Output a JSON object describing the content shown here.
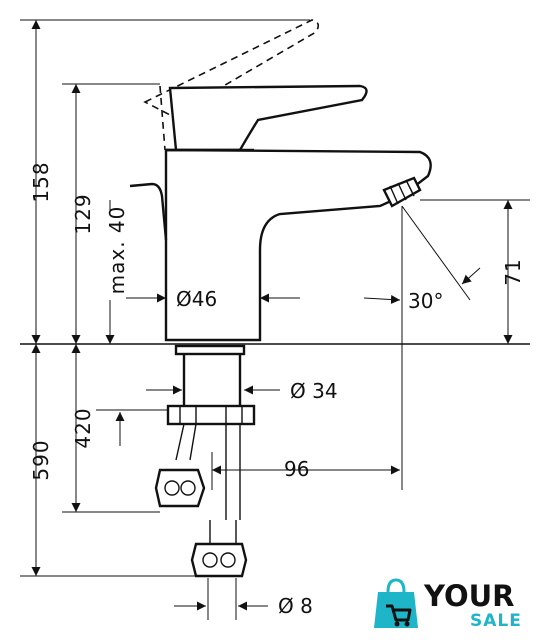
{
  "dimensions": {
    "height_158": "158",
    "height_129": "129",
    "max_40": "max. 40",
    "height_71": "71",
    "diameter_46": "Ø46",
    "angle_30": "30°",
    "diameter_34": "Ø 34",
    "depth_590": "590",
    "depth_420": "420",
    "offset_96": "96",
    "diameter_8": "Ø 8"
  },
  "logo": {
    "word_top": "YOUR",
    "word_bottom": "SALE",
    "colors": {
      "accent": "#1fb5c9",
      "text": "#111111"
    }
  }
}
